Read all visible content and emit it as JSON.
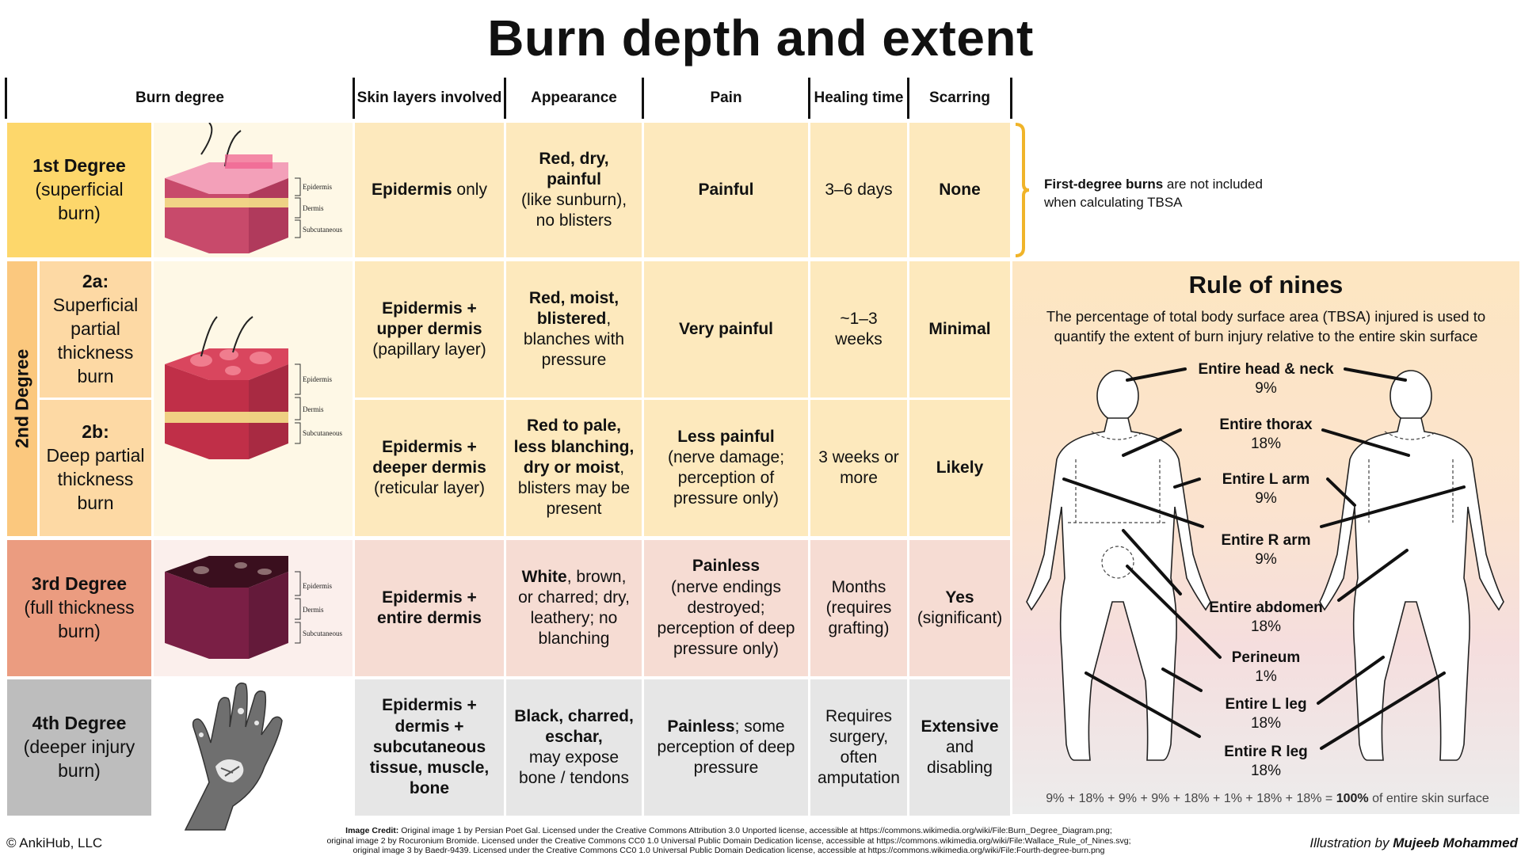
{
  "title": "Burn depth and extent",
  "headers": {
    "burn_degree": "Burn degree",
    "skin_layers": "Skin layers involved",
    "appearance": "Appearance",
    "pain": "Pain",
    "healing_time": "Healing time",
    "scarring": "Scarring"
  },
  "second_degree_label": "2nd Degree",
  "rows": [
    {
      "degree_title": "1st Degree",
      "degree_sub": "(superficial burn)",
      "layers_bold": "Epidermis",
      "layers_rest": " only",
      "appearance_bold": "Red, dry, painful",
      "appearance_rest": "(like sunburn), no blisters",
      "pain_bold": "Painful",
      "pain_rest": "",
      "healing": "3–6 days",
      "scarring_bold": "None",
      "scarring_rest": ""
    },
    {
      "degree_title": "2a:",
      "degree_sub": "Superficial partial thickness burn",
      "layers_bold": "Epidermis + upper dermis",
      "layers_rest": "(papillary layer)",
      "appearance_bold": "Red, moist, blistered",
      "appearance_rest": ", blanches with pressure",
      "pain_bold": "Very painful",
      "pain_rest": "",
      "healing": "~1–3 weeks",
      "scarring_bold": "Minimal",
      "scarring_rest": ""
    },
    {
      "degree_title": "2b:",
      "degree_sub": "Deep partial thickness burn",
      "layers_bold": "Epidermis + deeper dermis",
      "layers_rest": "(reticular layer)",
      "appearance_bold": "Red to pale, less blanching, dry or moist",
      "appearance_rest": ", blisters may be present",
      "pain_bold": "Less painful",
      "pain_rest": "(nerve damage; perception of pressure only)",
      "healing": "3 weeks or more",
      "scarring_bold": "Likely",
      "scarring_rest": ""
    },
    {
      "degree_title": "3rd Degree",
      "degree_sub": "(full thickness burn)",
      "layers_bold": "Epidermis + entire dermis",
      "layers_rest": "",
      "appearance_bold": "White",
      "appearance_rest": ", brown, or charred; dry, leathery; no blanching",
      "pain_bold": "Painless",
      "pain_rest": "(nerve endings destroyed; perception of deep pressure only)",
      "healing": "Months (requires grafting)",
      "scarring_bold": "Yes",
      "scarring_rest": "(significant)"
    },
    {
      "degree_title": "4th Degree",
      "degree_sub": "(deeper injury burn)",
      "layers_bold": "Epidermis + dermis + subcutaneous tissue, muscle, bone",
      "layers_rest": "",
      "appearance_bold": "Black, charred, eschar,",
      "appearance_rest": "may expose bone / tendons",
      "pain_bold": "Painless",
      "pain_rest": "; some perception of deep pressure",
      "healing": "Requires surgery, often amputation",
      "scarring_bold": "Extensive",
      "scarring_rest": "and disabling"
    }
  ],
  "skin_layer_labels": [
    "Epidermis",
    "Dermis",
    "Subcutaneous"
  ],
  "first_degree_note": {
    "bold": "First-degree burns",
    "rest": " are not included",
    "line2": "when calculating TBSA"
  },
  "rule_of_nines": {
    "title": "Rule of nines",
    "description": "The percentage of total body surface area (TBSA) injured is used to quantify the extent of burn injury relative to the entire skin surface",
    "regions": [
      {
        "name": "Entire head & neck",
        "percent": "9%"
      },
      {
        "name": "Entire thorax",
        "percent": "18%"
      },
      {
        "name": "Entire L arm",
        "percent": "9%"
      },
      {
        "name": "Entire R arm",
        "percent": "9%"
      },
      {
        "name": "Entire abdomen",
        "percent": "18%"
      },
      {
        "name": "Perineum",
        "percent": "1%"
      },
      {
        "name": "Entire L leg",
        "percent": "18%"
      },
      {
        "name": "Entire R leg",
        "percent": "18%"
      }
    ],
    "formula": "9% + 18% + 9% + 9% + 18% + 1% + 18% + 18%  =",
    "formula_total": "100%",
    "formula_suffix": " of entire skin surface"
  },
  "footer": {
    "copyright": "© AnkiHub, LLC",
    "credit_label": "Image Credit:",
    "credit_line1": " Original image 1 by Persian Poet Gal. Licensed under the Creative Commons Attribution 3.0 Unported license, accessible at https://commons.wikimedia.org/wiki/File:Burn_Degree_Diagram.png;",
    "credit_line2": "original image 2 by Rocuronium Bromide. Licensed under the Creative Commons CC0 1.0 Universal Public Domain Dedication license, accessible at https://commons.wikimedia.org/wiki/File:Wallace_Rule_of_Nines.svg;",
    "credit_line3": "original image 3 by Baedr-9439. Licensed under the Creative Commons CC0 1.0 Universal Public Domain Dedication license, accessible at https://commons.wikimedia.org/wiki/File:Fourth-degree-burn.png",
    "illustration_prefix": "Illustration by ",
    "illustration_author": "Mujeeb Mohammed"
  },
  "colors": {
    "yellow_dark": "#fdd76b",
    "yellow_light": "#fde3a8",
    "orange_2nd": "#fbc87e",
    "salmon_3rd": "#eb9c80",
    "grey_4th": "#bdbdbd",
    "bracket": "#f0b429"
  }
}
